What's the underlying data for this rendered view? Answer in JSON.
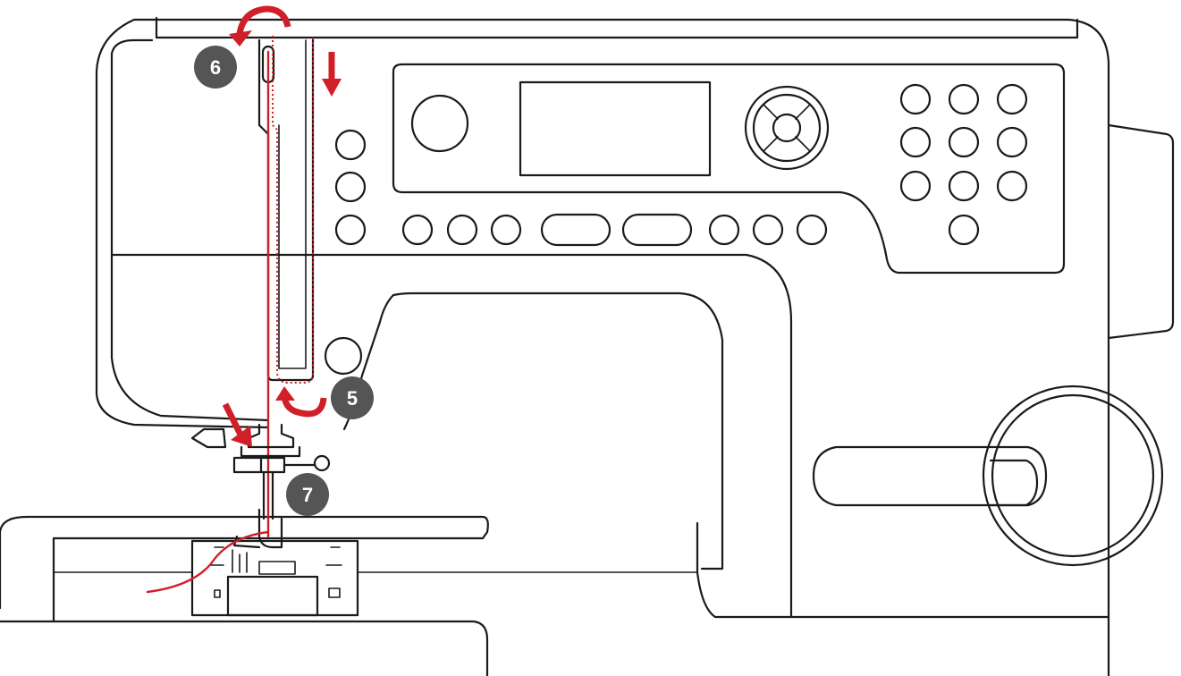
{
  "diagram": {
    "steps": [
      {
        "label": "6"
      },
      {
        "label": "5"
      },
      {
        "label": "7"
      }
    ],
    "colors": {
      "outline": "#1a1a1a",
      "thread": "#d11f2a",
      "badge": "#555555"
    }
  }
}
